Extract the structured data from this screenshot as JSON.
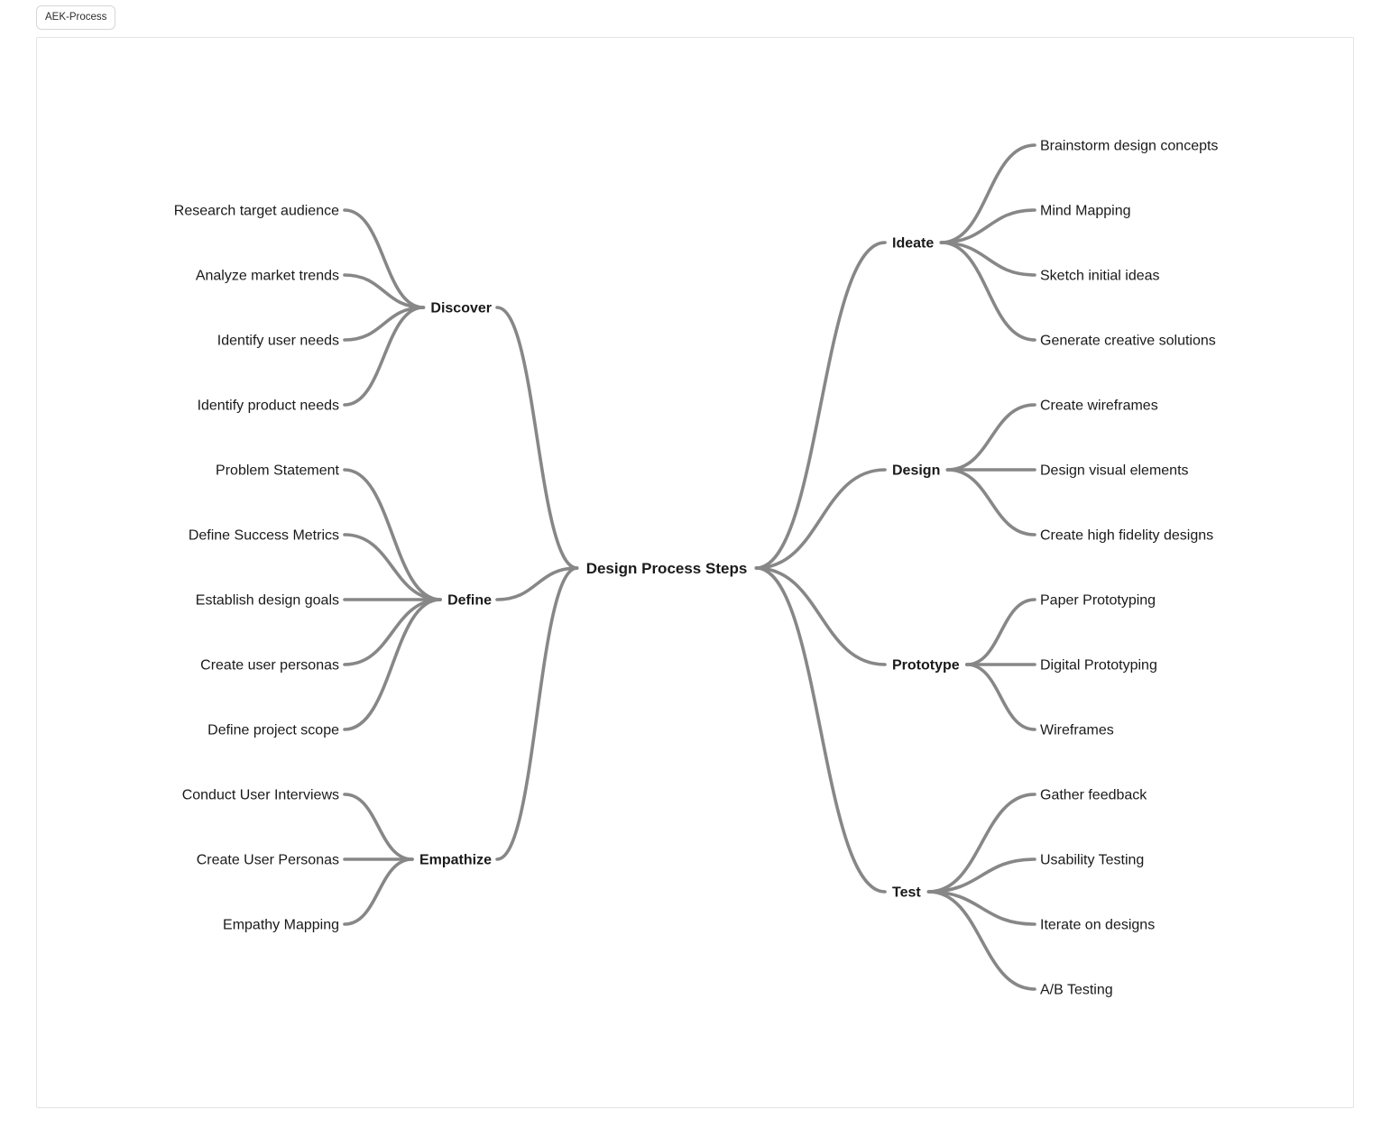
{
  "tab": {
    "label": "AEK-Process"
  },
  "theme": {
    "line_color": "#878787",
    "text_color": "#1a1a1a",
    "canvas_border": "#e4e4e4",
    "tab_border": "#d6d6d6",
    "background": "#ffffff"
  },
  "mindmap": {
    "root": "Design Process Steps",
    "left_branches": [
      {
        "label": "Discover",
        "children": [
          "Research target audience",
          "Analyze market trends",
          "Identify user needs",
          "Identify product needs"
        ]
      },
      {
        "label": "Define",
        "children": [
          "Problem Statement",
          "Define Success Metrics",
          "Establish design goals",
          "Create user personas",
          "Define project scope"
        ]
      },
      {
        "label": "Empathize",
        "children": [
          "Conduct User Interviews",
          "Create User Personas",
          "Empathy Mapping"
        ]
      }
    ],
    "right_branches": [
      {
        "label": "Ideate",
        "children": [
          "Brainstorm design concepts",
          "Mind Mapping",
          "Sketch initial ideas",
          "Generate creative solutions"
        ]
      },
      {
        "label": "Design",
        "children": [
          "Create wireframes",
          "Design visual elements",
          "Create high fidelity designs"
        ]
      },
      {
        "label": "Prototype",
        "children": [
          "Paper Prototyping",
          "Digital Prototyping",
          "Wireframes"
        ]
      },
      {
        "label": "Test",
        "children": [
          "Gather feedback",
          "Usability Testing",
          "Iterate on designs",
          "A/B Testing"
        ]
      }
    ]
  }
}
